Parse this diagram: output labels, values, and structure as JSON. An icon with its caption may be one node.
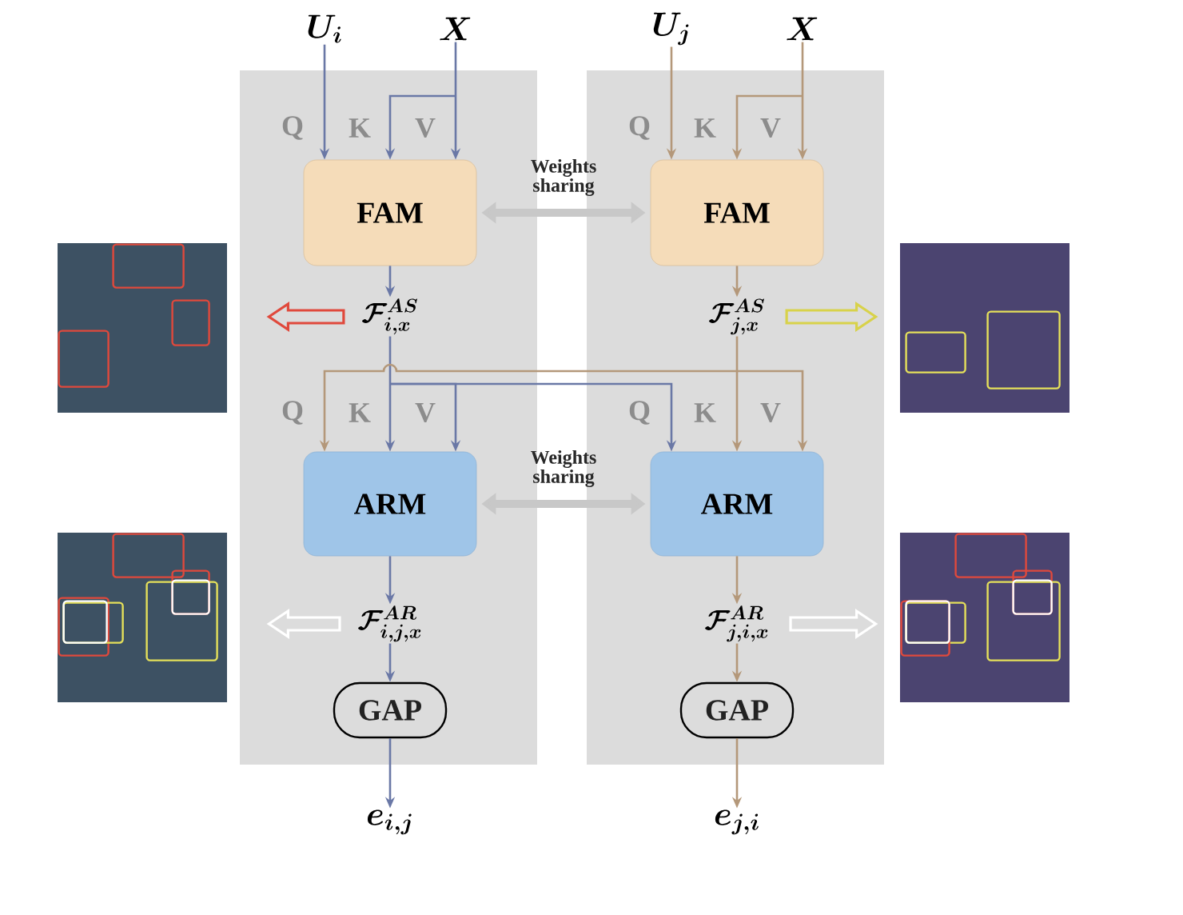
{
  "diagram": {
    "nodes": [
      {
        "text": [],
        "shape": "box"
      },
      {
        "text": [],
        "shape": "box"
      },
      {
        "text": [
          "U_i"
        ]
      },
      {
        "text": [
          "X"
        ]
      },
      {
        "text": [
          "U_j"
        ]
      },
      {
        "text": [
          "X"
        ]
      },
      {
        "text": [
          "FAM"
        ],
        "in": 0
      },
      {
        "text": [
          "FAM"
        ],
        "in": 1
      },
      {
        "text": [
          "\\mathcal{F}^{AS}_{i,x}"
        ],
        "in": 0
      },
      {
        "text": [
          "\\mathcal{F}^{AS}_{j,x}"
        ],
        "in": 1
      },
      {
        "text": [
          "ARM"
        ],
        "in": 0
      },
      {
        "text": [
          "ARM"
        ],
        "in": 1
      },
      {
        "text": [
          "\\mathcal{F}^{AR}_{i,j,x}"
        ],
        "in": 0
      },
      {
        "text": [
          "\\mathcal{F}^{AR}_{j,i,x}"
        ],
        "in": 1
      },
      {
        "text": [
          "GAP"
        ],
        "in": 0
      },
      {
        "text": [
          "GAP"
        ],
        "in": 1
      },
      {
        "text": [
          "e_{i,j}"
        ]
      },
      {
        "text": [
          "e_{j,i}"
        ]
      },
      {
        "text": [],
        "shape": "picture"
      },
      {
        "text": [],
        "shape": "picture"
      },
      {
        "text": [],
        "shape": "picture"
      },
      {
        "text": [],
        "shape": "picture"
      }
    ],
    "edges": [
      {
        "from": 2,
        "to": 6,
        "arrow": "to",
        "color": "#6a78a6"
      },
      {
        "from": 3,
        "to": 6,
        "arrow": "to",
        "color": "#6a78a6"
      },
      {
        "from": 4,
        "to": 7,
        "arrow": "to",
        "color": "#b4987a"
      },
      {
        "from": 5,
        "to": 7,
        "arrow": "to",
        "color": "#b4987a"
      },
      {
        "from": 6,
        "to": 8,
        "arrow": "to",
        "color": "#6a78a6"
      },
      {
        "from": 7,
        "to": 9,
        "arrow": "to",
        "color": "#b4987a"
      },
      {
        "from": 8,
        "to": 10,
        "arrow": "to",
        "color": "#6a78a6"
      },
      {
        "from": 8,
        "to": 11,
        "arrow": "to",
        "color": "#6a78a6"
      },
      {
        "from": 9,
        "to": 11,
        "arrow": "to",
        "color": "#b4987a"
      },
      {
        "from": 9,
        "to": 10,
        "arrow": "to",
        "color": "#b4987a"
      },
      {
        "from": 10,
        "to": 12,
        "arrow": "to",
        "color": "#6a78a6"
      },
      {
        "from": 12,
        "to": 14,
        "arrow": "to",
        "color": "#6a78a6"
      },
      {
        "from": 14,
        "to": 16,
        "arrow": "to",
        "color": "#6a78a6"
      },
      {
        "from": 11,
        "to": 13,
        "arrow": "to",
        "color": "#b4987a"
      },
      {
        "from": 13,
        "to": 15,
        "arrow": "to",
        "color": "#b4987a"
      },
      {
        "from": 15,
        "to": 17,
        "arrow": "to",
        "color": "#b4987a"
      },
      {
        "from": 6,
        "to": 7,
        "arrow": "both",
        "label": "Weights sharing",
        "style": "thick",
        "color": "#c8c8c8"
      },
      {
        "from": 10,
        "to": 11,
        "arrow": "both",
        "label": "Weights sharing",
        "style": "thick",
        "color": "#c8c8c8"
      },
      {
        "from": 8,
        "to": 18,
        "arrow": "to",
        "style": "thick",
        "color": "#e0493c"
      },
      {
        "from": 12,
        "to": 19,
        "arrow": "to",
        "style": "thick",
        "color": "#ffffff"
      },
      {
        "from": 9,
        "to": 20,
        "arrow": "to",
        "style": "thick",
        "color": "#d8d24a"
      },
      {
        "from": 13,
        "to": 21,
        "arrow": "to",
        "style": "thick",
        "color": "#ffffff"
      }
    ],
    "labels": [
      "Q",
      "K",
      "V",
      "Q",
      "K",
      "V",
      "Q",
      "K",
      "V",
      "Q",
      "K",
      "V"
    ]
  }
}
